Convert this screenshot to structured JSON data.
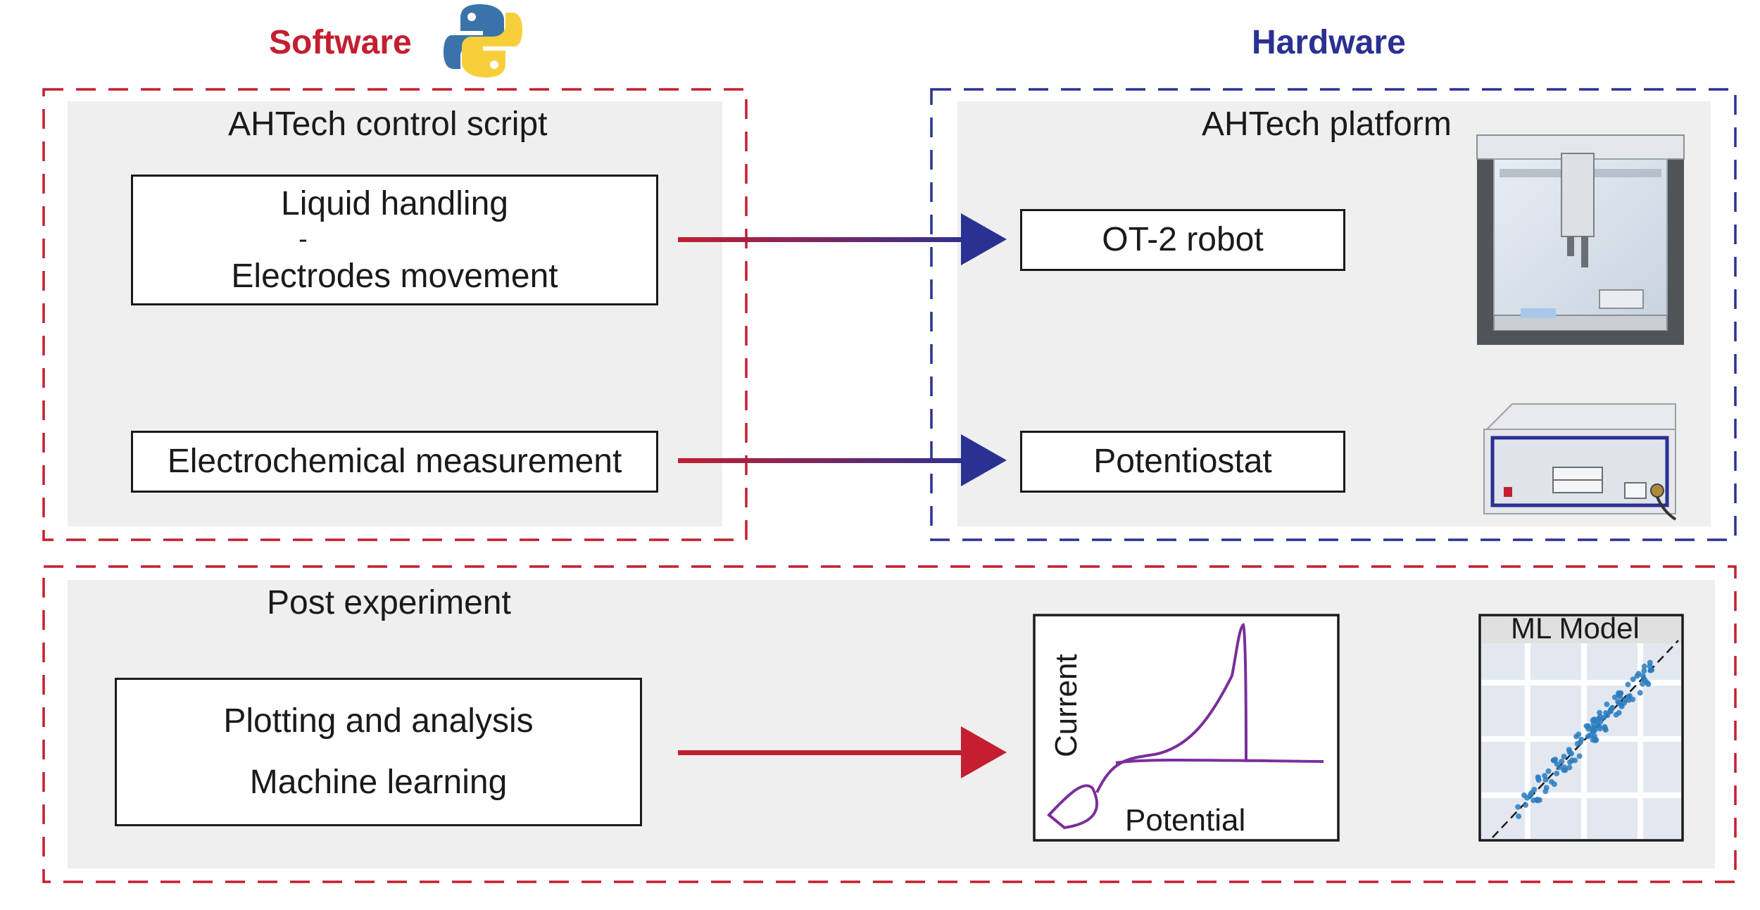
{
  "colors": {
    "software": "#c41e30",
    "hardware": "#2b3192",
    "panel": "#efefef",
    "curve": "#7a2e9c"
  },
  "headers": {
    "software": "Software",
    "hardware": "Hardware"
  },
  "icons": {
    "python": "python-logo",
    "robot": "ot2-robot-illustration",
    "potentiostat": "potentiostat-illustration"
  },
  "control_panel": {
    "title": "AHTech control script",
    "liquid_box": {
      "line1": "Liquid handling",
      "line2": "-",
      "line3": "Electrodes movement"
    },
    "electrochem_box": "Electrochemical measurement"
  },
  "hardware_panel": {
    "title": "AHTech platform",
    "robot_box": "OT-2 robot",
    "potentiostat_box": "Potentiostat"
  },
  "post_panel": {
    "title": "Post experiment",
    "analysis_box": {
      "line1": "Plotting and analysis",
      "line2": "Machine learning"
    }
  },
  "cv_plot": {
    "ylabel": "Current",
    "xlabel": "Potential"
  },
  "ml_plot": {
    "title": "ML Model"
  }
}
